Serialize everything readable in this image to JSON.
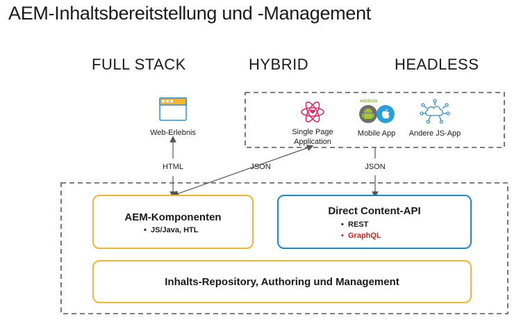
{
  "title": "AEM-Inhaltsbereitstellung und -Management",
  "columns": {
    "full_stack": "FULL STACK",
    "hybrid": "HYBRID",
    "headless": "HEADLESS"
  },
  "channels": {
    "web": "Web-Erlebnis",
    "spa": "Single Page\nApplication",
    "mobile": "Mobile App",
    "js": "Andere JS-App",
    "mobile_logo_text": "ANDROID"
  },
  "connectors": {
    "html": "HTML",
    "json_hybrid": "JSON",
    "json_headless": "JSON"
  },
  "components": {
    "title": "AEM-Komponenten",
    "bullets": [
      "JS/Java, HTL"
    ]
  },
  "api": {
    "title": "Direct Content-API",
    "bullets": [
      "REST",
      "GraphQL"
    ],
    "highlight_color": "#d01f1f"
  },
  "repository": {
    "title": "Inhalts-Repository, Authoring und Management"
  },
  "colors": {
    "orange": "#f5b52e",
    "blue": "#1a8ac9",
    "dashed": "#555555",
    "spa_icon": "#e0286e",
    "cloud_icon": "#2f8fd0"
  },
  "icons": [
    "browser-window-icon",
    "react-atom-icon",
    "android-icon",
    "apple-icon",
    "cloud-network-icon"
  ]
}
